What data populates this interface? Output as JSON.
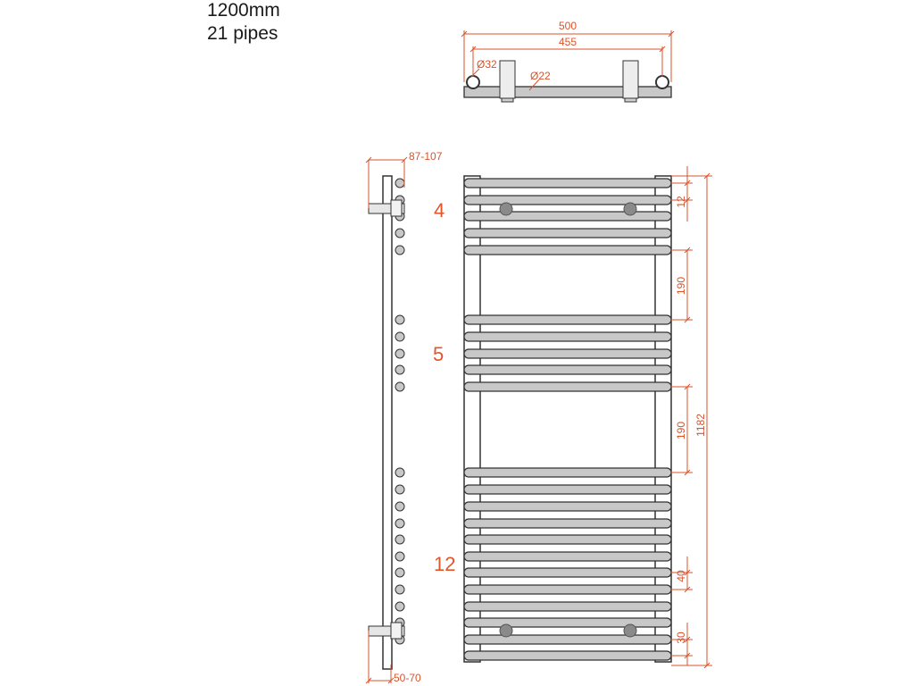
{
  "heading": {
    "size": "1200mm",
    "pipes": "21 pipes"
  },
  "top_view": {
    "width_outer": "500",
    "width_centers": "455",
    "rail_diameter": "Ø32",
    "pipe_diameter": "Ø22"
  },
  "side_view": {
    "depth_top": "87-107",
    "depth_bottom": "50-70"
  },
  "groups": {
    "top": "4",
    "middle": "5",
    "bottom": "12"
  },
  "dimensions": {
    "pipe_gap": "12",
    "gap_upper": "190",
    "gap_lower": "190",
    "total_height": "1182",
    "bottom_spacing": "40",
    "bottom_offset": "30"
  },
  "colors": {
    "dimension": "#d9532b",
    "outline": "#333333",
    "pipe_fill": "#c8c8c8",
    "valve": "#8a8a8a"
  }
}
